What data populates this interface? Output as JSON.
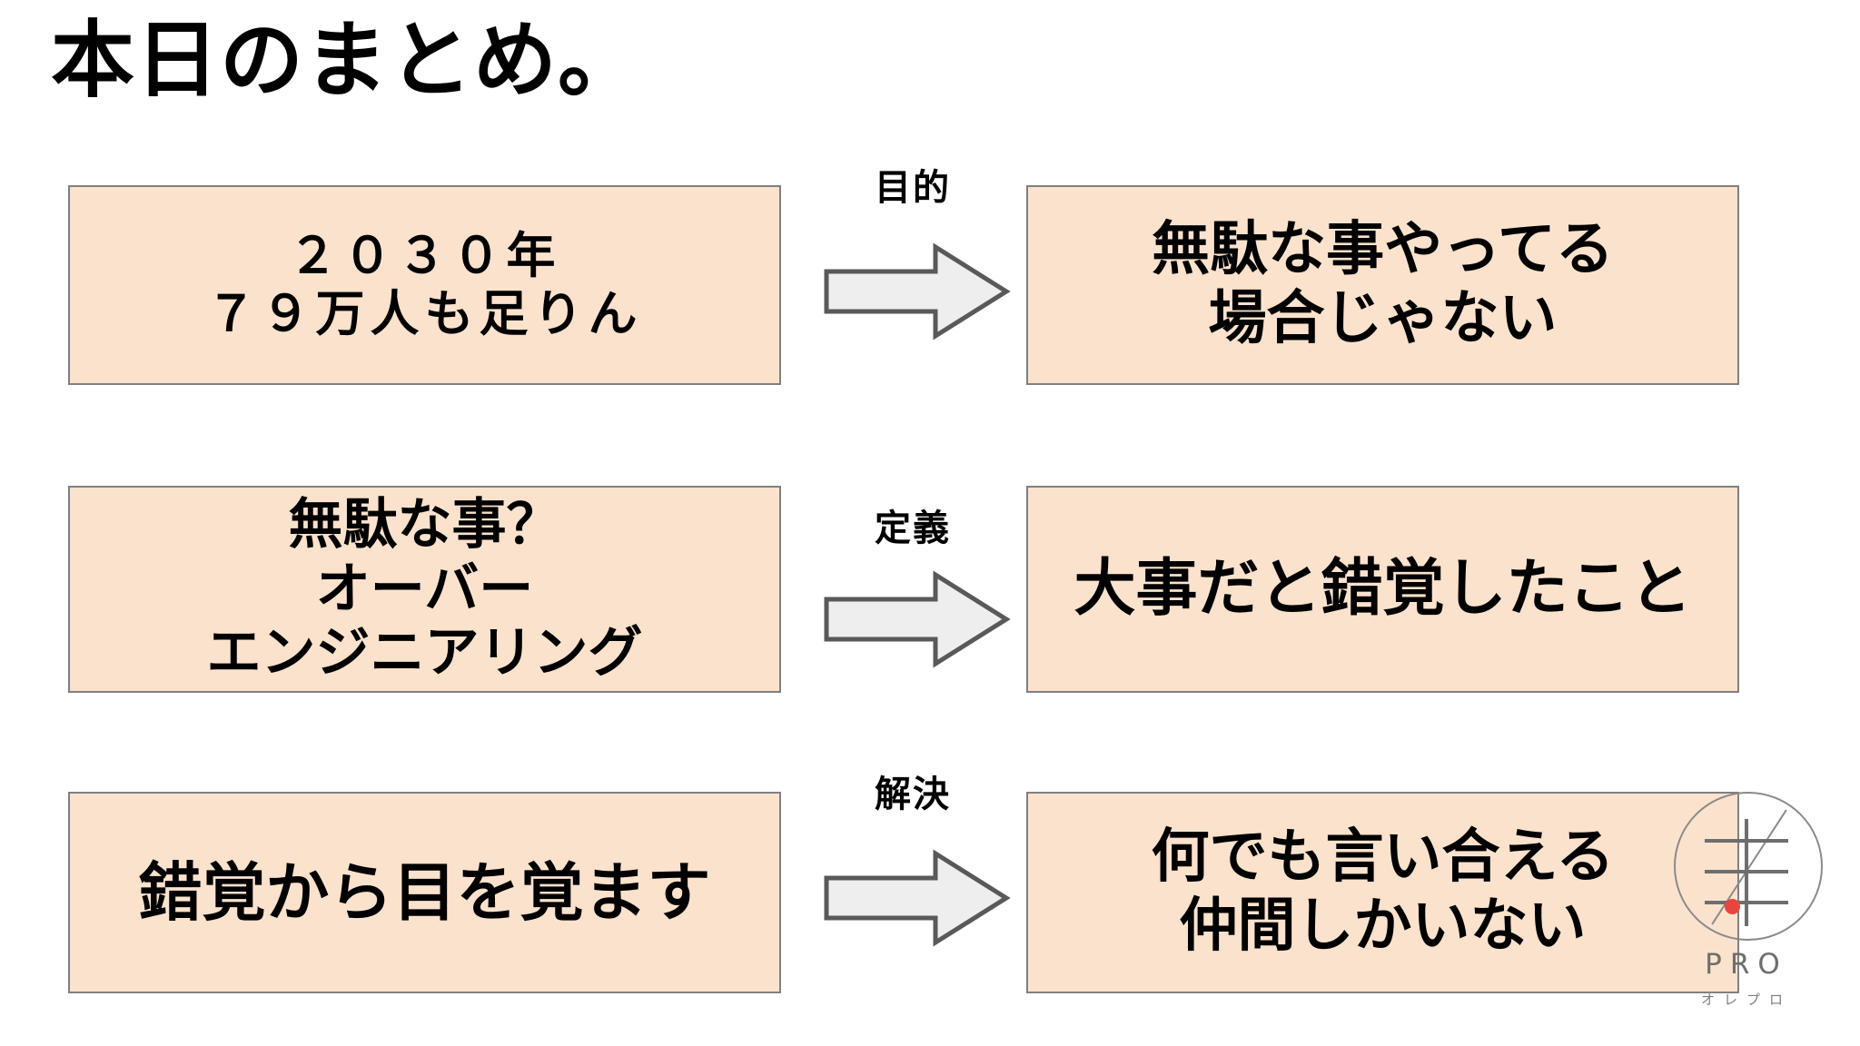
{
  "slide": {
    "title": "本日のまとめ。",
    "background_color": "#ffffff",
    "card_fill_color": "#fbe2cd",
    "card_border_color": "#808080",
    "arrow_fill_color": "#eeeeee",
    "arrow_border_color": "#595959",
    "text_color": "#000000"
  },
  "rows": [
    {
      "id": "row-1",
      "left_card": {
        "lines": [
          "２０３０年",
          "７９万人も足りん"
        ]
      },
      "connector": {
        "label": "目的",
        "icon": "right-arrow-icon"
      },
      "right_card": {
        "lines": [
          "無駄な事やってる",
          "場合じゃない"
        ]
      }
    },
    {
      "id": "row-2",
      "left_card": {
        "lines": [
          "無駄な事？",
          "オーバー",
          "エンジニアリング"
        ]
      },
      "connector": {
        "label": "定義",
        "icon": "right-arrow-icon"
      },
      "right_card": {
        "lines": [
          "大事だと錯覚したこと"
        ]
      }
    },
    {
      "id": "row-3",
      "left_card": {
        "lines": [
          "錯覚から目を覚ます"
        ]
      },
      "connector": {
        "label": "解決",
        "icon": "right-arrow-icon"
      },
      "right_card": {
        "lines": [
          "何でも言い合える",
          "仲間しかいない"
        ]
      }
    }
  ],
  "logo": {
    "wordmark": "PRO",
    "subtext": "オレプロ",
    "mark_color": "#8a8a8a",
    "accent_color": "#e8453c"
  }
}
